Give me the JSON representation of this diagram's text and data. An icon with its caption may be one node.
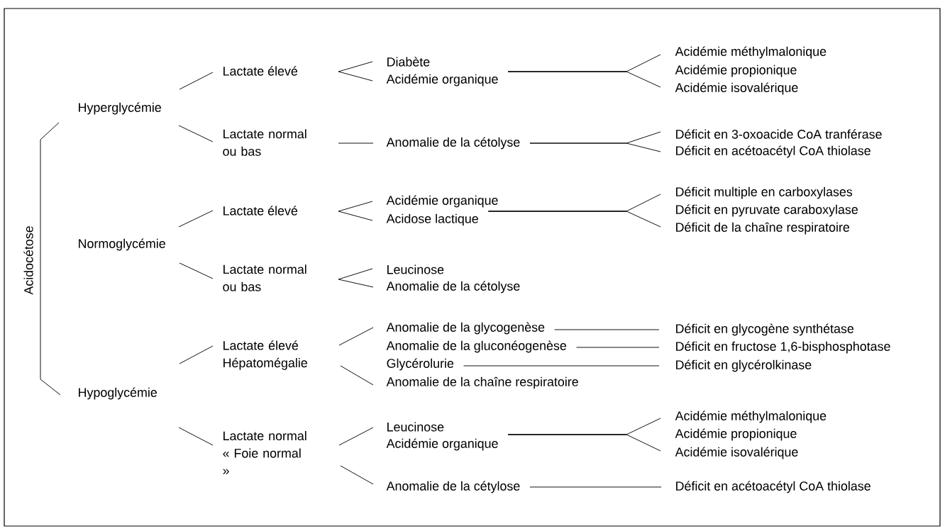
{
  "diagram": {
    "nodes": [
      {
        "text": [
          "Acidocétose"
        ]
      },
      {
        "text": [
          "Hyperglycémie"
        ]
      },
      {
        "text": [
          "Normoglycémie"
        ]
      },
      {
        "text": [
          "Hypoglycémie"
        ]
      },
      {
        "text": [
          "Lactate élevé"
        ]
      },
      {
        "text": [
          "Lactate normal ou bas"
        ]
      },
      {
        "text": [
          "Lactate élevé"
        ]
      },
      {
        "text": [
          "Lactate normal ou bas"
        ]
      },
      {
        "text": [
          "Lactate élevé Hépatomégalie"
        ]
      },
      {
        "text": [
          "Lactate normal « Foie normal »"
        ]
      },
      {
        "text": [
          "Diabète"
        ]
      },
      {
        "text": [
          "Acidémie organique"
        ]
      },
      {
        "text": [
          "Anomalie de la cétolyse"
        ]
      },
      {
        "text": [
          "Acidémie organique"
        ]
      },
      {
        "text": [
          "Acidose lactique"
        ]
      },
      {
        "text": [
          "Leucinose"
        ]
      },
      {
        "text": [
          "Anomalie de la cétolyse"
        ]
      },
      {
        "text": [
          "Anomalie de la glycogenèse"
        ]
      },
      {
        "text": [
          "Anomalie de la gluconéogenèse"
        ]
      },
      {
        "text": [
          "Glycérolurie"
        ]
      },
      {
        "text": [
          "Anomalie de la chaîne respiratoire"
        ]
      },
      {
        "text": [
          "Leucinose"
        ]
      },
      {
        "text": [
          "Acidémie organique"
        ]
      },
      {
        "text": [
          "Anomalie de la cétylose"
        ]
      },
      {
        "text": [
          "Acidémie méthylmalonique"
        ]
      },
      {
        "text": [
          "Acidémie propionique"
        ]
      },
      {
        "text": [
          "Acidémie isovalérique"
        ]
      },
      {
        "text": [
          "Déficit en 3-oxoacide CoA tranférase"
        ]
      },
      {
        "text": [
          "Déficit en acétoacétyl CoA thiolase"
        ]
      },
      {
        "text": [
          "Déficit multiple en carboxylases"
        ]
      },
      {
        "text": [
          "Déficit en pyruvate caraboxylase"
        ]
      },
      {
        "text": [
          "Déficit de la chaîne respiratoire"
        ]
      },
      {
        "text": [
          "Déficit en glycogène synthétase"
        ]
      },
      {
        "text": [
          "Déficit en fructose 1,6-bisphosphotase"
        ]
      },
      {
        "text": [
          "Déficit en glycérolkinase"
        ]
      },
      {
        "text": [
          "Acidémie méthylmalonique"
        ]
      },
      {
        "text": [
          "Acidémie propionique"
        ]
      },
      {
        "text": [
          "Acidémie isovalérique"
        ]
      },
      {
        "text": [
          "Déficit en acétoacétyl CoA thiolase"
        ]
      }
    ],
    "edges": [
      {
        "from": 0,
        "to": 1,
        "arrow": "none"
      },
      {
        "from": 0,
        "to": 3,
        "arrow": "none"
      },
      {
        "from": 1,
        "to": 4,
        "arrow": "none"
      },
      {
        "from": 1,
        "to": 5,
        "arrow": "none"
      },
      {
        "from": 2,
        "to": 6,
        "arrow": "none"
      },
      {
        "from": 2,
        "to": 7,
        "arrow": "none"
      },
      {
        "from": 3,
        "to": 8,
        "arrow": "none"
      },
      {
        "from": 3,
        "to": 9,
        "arrow": "none"
      },
      {
        "from": 4,
        "to": 10,
        "arrow": "none"
      },
      {
        "from": 4,
        "to": 11,
        "arrow": "none"
      },
      {
        "from": 5,
        "to": 12,
        "arrow": "none"
      },
      {
        "from": 6,
        "to": 13,
        "arrow": "none"
      },
      {
        "from": 6,
        "to": 14,
        "arrow": "none"
      },
      {
        "from": 7,
        "to": 15,
        "arrow": "none"
      },
      {
        "from": 7,
        "to": 16,
        "arrow": "none"
      },
      {
        "from": 8,
        "to": 17,
        "arrow": "none"
      },
      {
        "from": 8,
        "to": 20,
        "arrow": "none"
      },
      {
        "from": 9,
        "to": 21,
        "arrow": "none"
      },
      {
        "from": 9,
        "to": 23,
        "arrow": "none"
      },
      {
        "from": 11,
        "to": 24,
        "arrow": "none"
      },
      {
        "from": 11,
        "to": 25,
        "arrow": "none"
      },
      {
        "from": 11,
        "to": 26,
        "arrow": "none"
      },
      {
        "from": 12,
        "to": 27,
        "arrow": "none"
      },
      {
        "from": 12,
        "to": 28,
        "arrow": "none"
      },
      {
        "from": 14,
        "to": 29,
        "arrow": "none"
      },
      {
        "from": 14,
        "to": 30,
        "arrow": "none"
      },
      {
        "from": 14,
        "to": 31,
        "arrow": "none"
      },
      {
        "from": 17,
        "to": 32,
        "arrow": "none"
      },
      {
        "from": 18,
        "to": 33,
        "arrow": "none"
      },
      {
        "from": 19,
        "to": 34,
        "arrow": "none"
      },
      {
        "from": 22,
        "to": 35,
        "arrow": "none"
      },
      {
        "from": 22,
        "to": 36,
        "arrow": "none"
      },
      {
        "from": 22,
        "to": 37,
        "arrow": "none"
      },
      {
        "from": 23,
        "to": 38,
        "arrow": "none"
      }
    ]
  }
}
